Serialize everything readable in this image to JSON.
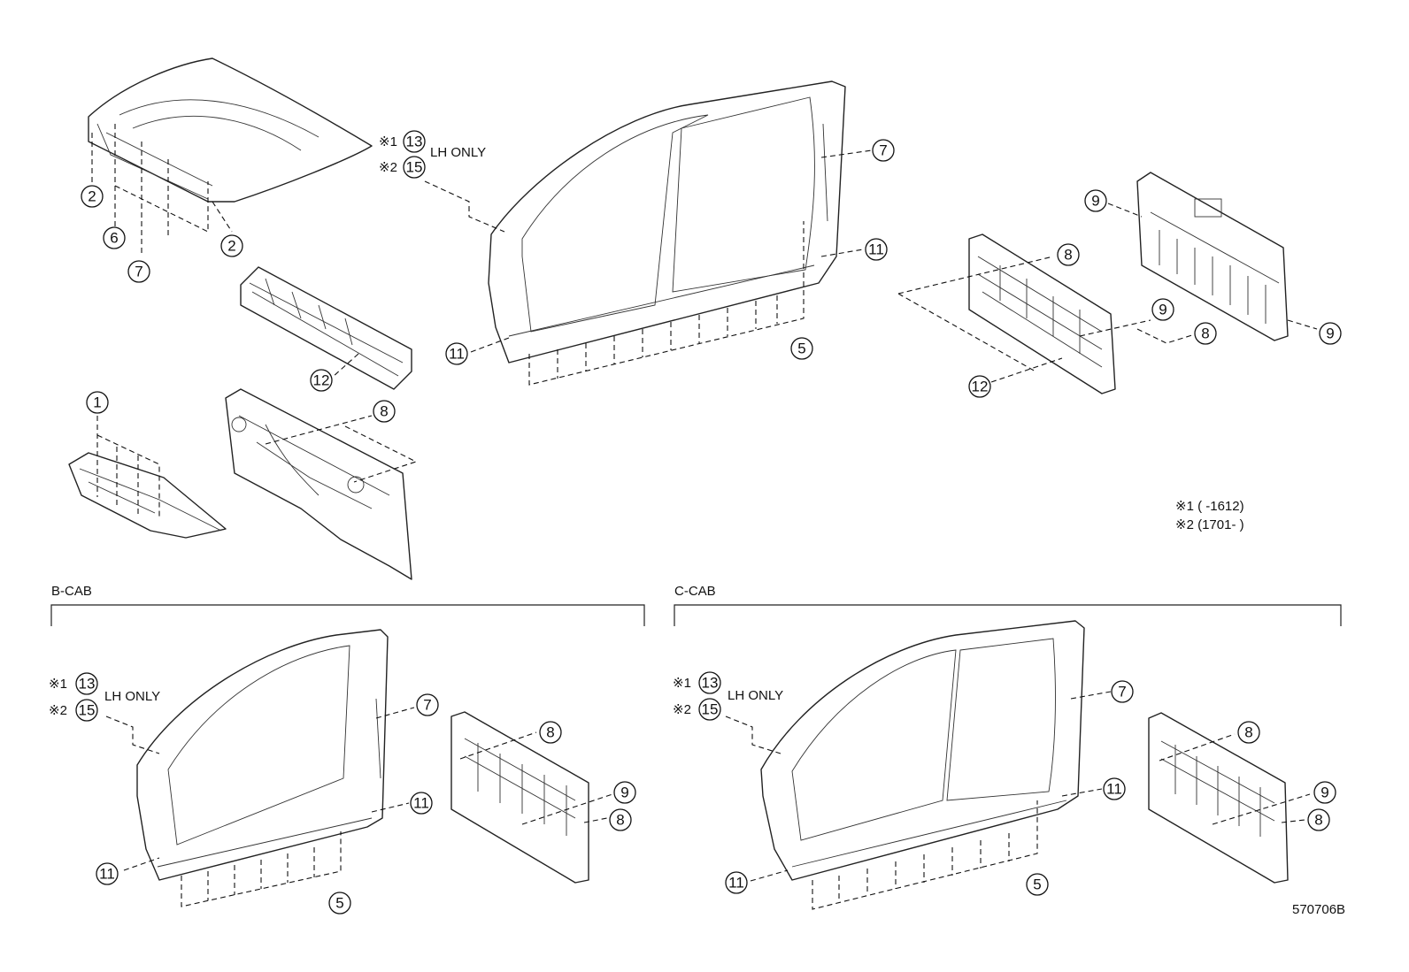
{
  "callouts": [
    "1",
    "2",
    "5",
    "6",
    "7",
    "8",
    "9",
    "11",
    "12",
    "13",
    "15"
  ],
  "notes": {
    "lh_only": "LH ONLY",
    "ref1_mark": "※1",
    "ref2_mark": "※2",
    "footnote1": "※1 (      -1612)",
    "footnote2": "※2 (1701-      )"
  },
  "sections": {
    "b_cab": "B-CAB",
    "c_cab": "C-CAB"
  },
  "figure_id": "570706B"
}
